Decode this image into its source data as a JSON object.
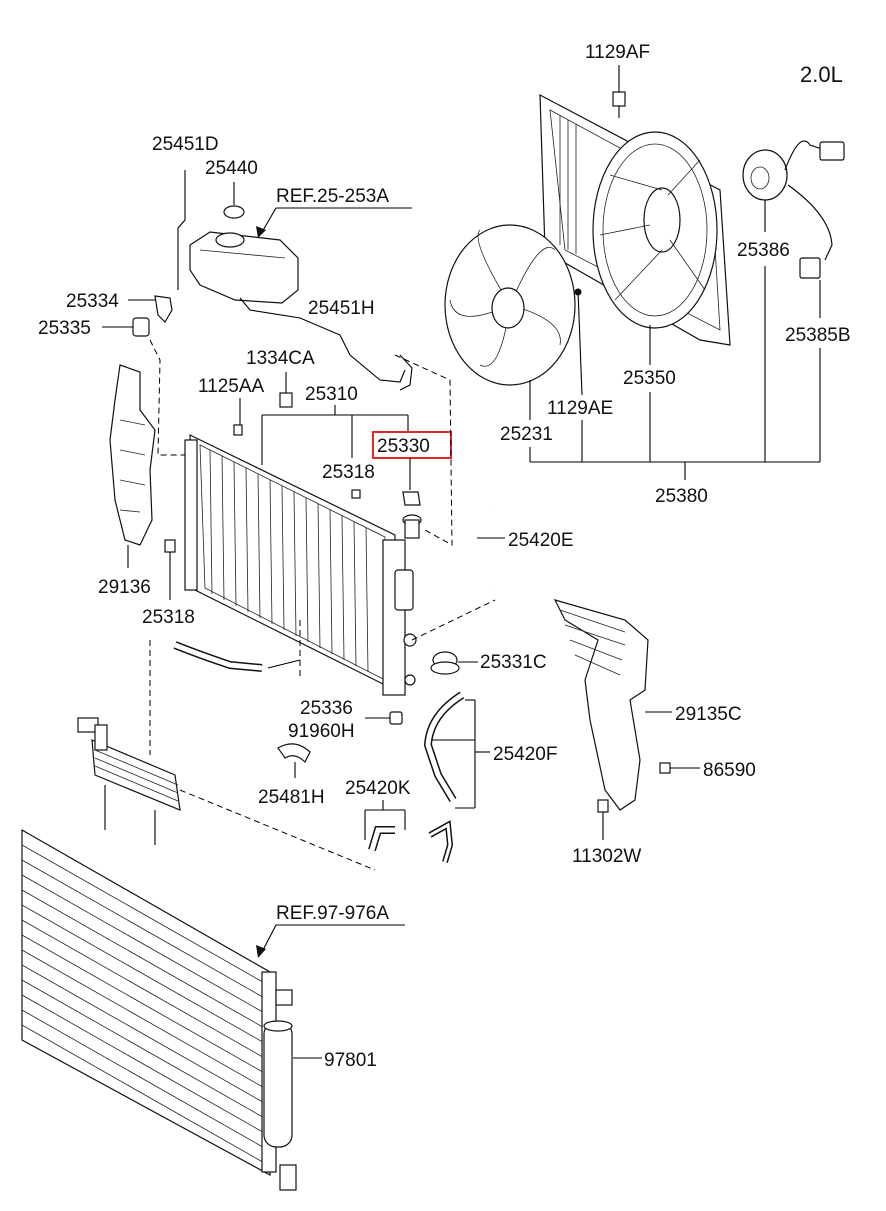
{
  "engine": "2.0L",
  "highlighted": "25330",
  "accent_color": "#e0282b",
  "labels": {
    "p1129AF": "1129AF",
    "p25451D": "25451D",
    "p25440": "25440",
    "ref25": "REF.25-253A",
    "p25334": "25334",
    "p25335": "25335",
    "p25451H": "25451H",
    "p1334CA": "1334CA",
    "p1125AA": "1125AA",
    "p25310": "25310",
    "p25330": "25330",
    "p25318a": "25318",
    "p25318b": "25318",
    "p29136": "29136",
    "p25420E": "25420E",
    "p25386": "25386",
    "p25385B": "25385B",
    "p25350": "25350",
    "p1129AE": "1129AE",
    "p25231": "25231",
    "p25380": "25380",
    "p25331C": "25331C",
    "p25336": "25336",
    "p91960H": "91960H",
    "p25420F": "25420F",
    "p29135C": "29135C",
    "p86590": "86590",
    "p25481H": "25481H",
    "p25420K": "25420K",
    "p11302W": "11302W",
    "ref97": "REF.97-976A",
    "p97801": "97801"
  }
}
